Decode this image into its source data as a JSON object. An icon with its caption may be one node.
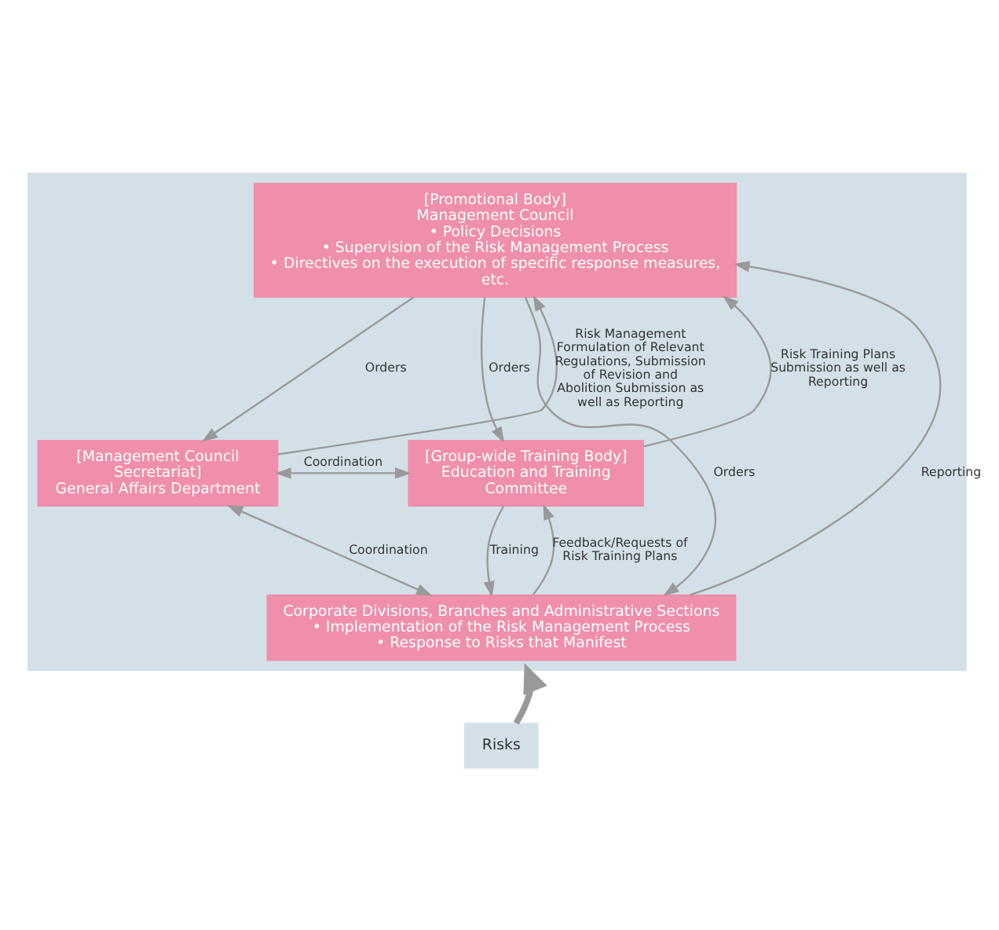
{
  "diagram": {
    "nodes": [
      {
        "text": [],
        "shape": "box"
      },
      {
        "text": [
          "[Promotional Body]",
          "Management Council",
          "• Policy Decisions",
          "• Supervision of the Risk Management Process",
          "• Directives on the execution of specific response measures, etc."
        ],
        "in": 0
      },
      {
        "text": [
          "[Management Council Secretariat]",
          "General Affairs Department"
        ],
        "in": 0
      },
      {
        "text": [
          "[Group-wide Training Body]",
          "Education and Training Committee"
        ],
        "in": 0
      },
      {
        "text": [
          "Corporate Divisions, Branches and Administrative Sections",
          "• Implementation of the Risk Management Process",
          "• Response to Risks that Manifest"
        ],
        "in": 0
      },
      {
        "text": [
          "Risks"
        ]
      }
    ],
    "edges": [
      {
        "from": 2,
        "to": 1,
        "arrow": "to",
        "label": "Risk Management Formulation of Relevant Regulations, Submission of Revision and Abolition Submission as well as Reporting"
      },
      {
        "from": 1,
        "to": 2,
        "arrow": "to",
        "label": "Orders"
      },
      {
        "from": 2,
        "to": 3,
        "arrow": "both",
        "label": "Coordination"
      },
      {
        "from": 3,
        "to": 1,
        "arrow": "to",
        "label": "Risk Training Plans Submission as well as Reporting"
      },
      {
        "from": 1,
        "to": 3,
        "arrow": "to",
        "label": "Orders"
      },
      {
        "from": 4,
        "to": 1,
        "arrow": "to",
        "label": "Reporting"
      },
      {
        "from": 1,
        "to": 4,
        "arrow": "to",
        "label": "Orders"
      },
      {
        "from": 2,
        "to": 4,
        "arrow": "both",
        "label": "Coordination"
      },
      {
        "from": 4,
        "to": 3,
        "arrow": "to",
        "label": "Feedback/Requests of Risk Training Plans"
      },
      {
        "from": 3,
        "to": 4,
        "arrow": "to",
        "label": "Training"
      },
      {
        "from": 5,
        "to": 0,
        "arrow": "to",
        "style": "thick"
      }
    ]
  }
}
